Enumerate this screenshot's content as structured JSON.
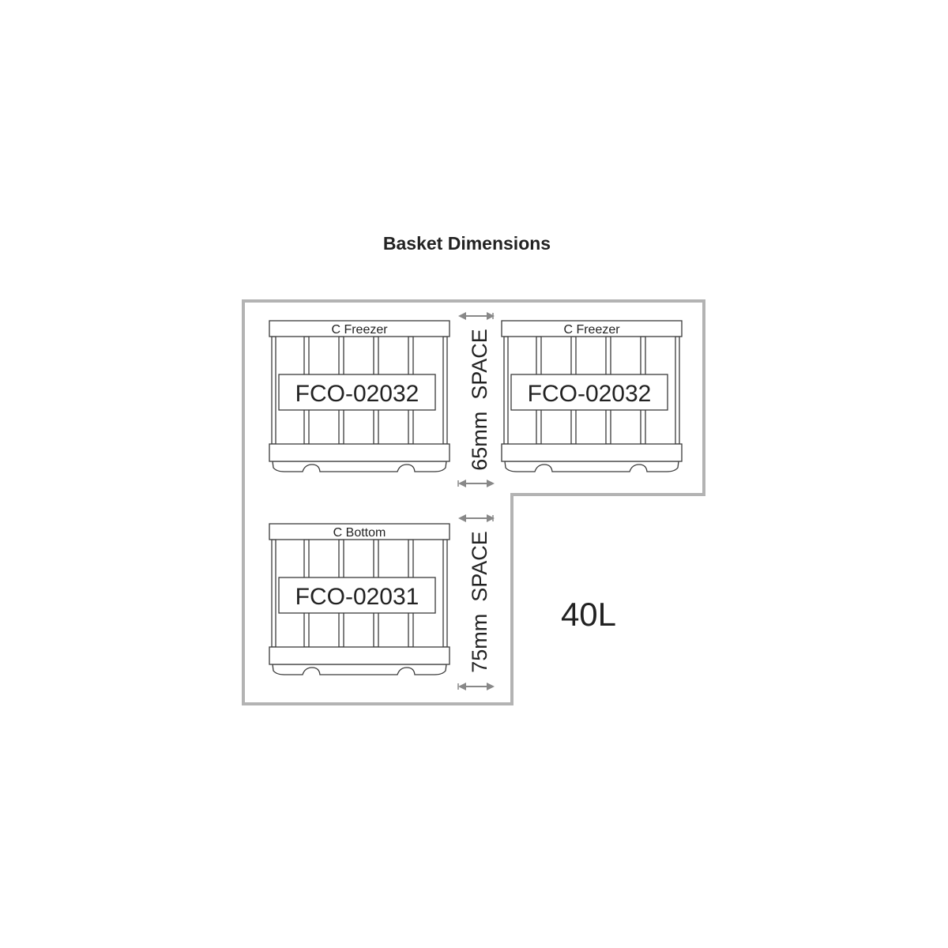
{
  "title": "Basket Dimensions",
  "capacity_label": "40L",
  "baskets": [
    {
      "lid_label": "C Freezer",
      "code": "FCO-02032"
    },
    {
      "lid_label": "C Freezer",
      "code": "FCO-02032"
    },
    {
      "lid_label": "C Bottom",
      "code": "FCO-02031"
    }
  ],
  "spacers": [
    {
      "label": "65mm  SPACE"
    },
    {
      "label": "75mm  SPACE"
    }
  ],
  "colors": {
    "outline": "#b3b3b3",
    "arrow": "#888888",
    "line": "#3a3a3a"
  }
}
